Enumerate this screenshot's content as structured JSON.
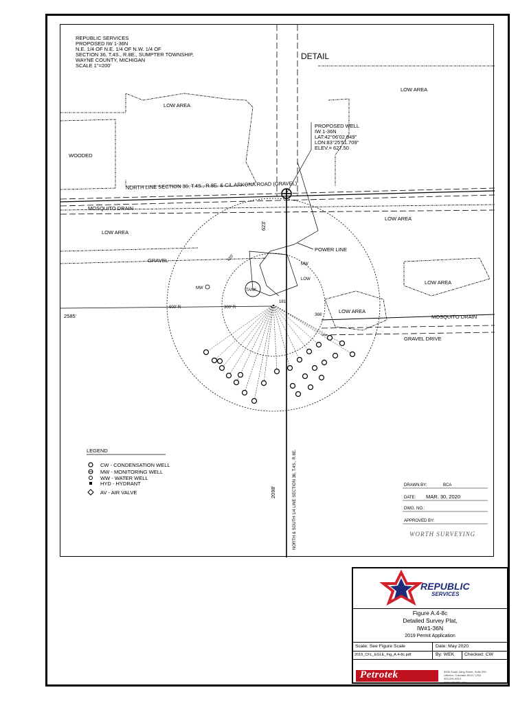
{
  "header_note": {
    "lines": [
      "REPUBLIC SERVICES",
      "PROPOSED IW 1-36N",
      "N.E. 1/4 OF N.E. 1/4 OF N.W. 1/4 OF",
      "SECTION 36, T.4S., R.8E., SUMPTER TOWNSHIP,",
      "WAYNE COUNTY, MICHIGAN",
      "SCALE 1\"=200'"
    ]
  },
  "detail_label": "DETAIL",
  "well_callout": {
    "lines": [
      "PROPOSED WELL",
      "IW 1-36N",
      "LAT:42°06'02.049\"",
      "LON:83°25'51.709\"",
      "ELEV.= 627.50"
    ]
  },
  "map_labels": {
    "low_area_1": "LOW AREA",
    "low_area_2": "LOW AREA",
    "low_area_3": "LOW AREA",
    "low_area_4": "LOW AREA",
    "low_area_5": "LOW AREA",
    "low_area_6": "LOW AREA",
    "low_label": "LOW",
    "wooded": "WOODED",
    "north_line": "NORTH LINE SECTION 36, T.4S., R.8E. & C/L ARKONA ROAD (GRAVEL)",
    "mosquito_drain_1": "MOSQUITO DRAIN",
    "mosquito_drain_2": "MOSQUITO DRAIN",
    "gravel": "GRAVEL",
    "gravel_drive": "GRAVEL DRIVE",
    "power_line": "POWER LINE",
    "tank": "TANK",
    "mw": "MW",
    "mw_left": "MW",
    "ns_line": "NORTH & SOUTH 1/4 LINE SECTION 36, T.4S., R.8E.",
    "dim_623": "623'",
    "dim_2585": "2585'",
    "dim_2098": "2098'",
    "dim_366": "366'",
    "dim_420": "420'",
    "dim_181": "181'",
    "dim_600r": "600' R",
    "dim_300r": "300' R"
  },
  "legend": {
    "title": "LEGEND",
    "items": [
      "CW  -  CONDENSATION WELL",
      "MW  -  MONITORING WELL",
      "WW  -  WATER WELL",
      "HYD  -  HYDRANT",
      "AV  -  AIR VALVE"
    ]
  },
  "survey_block": {
    "drawn_label": "DRAWN BY:",
    "drawn_value": "BCA",
    "date_label": "DATE:",
    "date_value": "MAR. 30, 2020",
    "dwg_label": "DWG. NO.:",
    "approved_label": "APPROVED BY:",
    "firm": "WORTH SURVEYING"
  },
  "title_block": {
    "brand_top": "REPUBLIC",
    "brand_bottom": "SERVICES",
    "figure": "Figure A.4-8c",
    "desc1": "Detailed Survey Plat,",
    "desc2": "IW#1-36N",
    "desc3": "2019 Permit Application",
    "scale": "Scale: See Figure Scale",
    "date": "Date: May 2020",
    "file": "2019_CFL_EGLE_Fig_A.4-8c.pdf",
    "by": "By: WEK",
    "checked": "Checked: CW",
    "petrotek": "Petrotek",
    "address": [
      "5935 South Zang Street, Suite 200",
      "Littleton, Colorado 80127 USA",
      "303-290-9414",
      "www.petrotek.com"
    ]
  },
  "colors": {
    "petrotek_red": "#c0121e",
    "republic_blue": "#1e2b7a",
    "republic_red": "#d2232a"
  }
}
